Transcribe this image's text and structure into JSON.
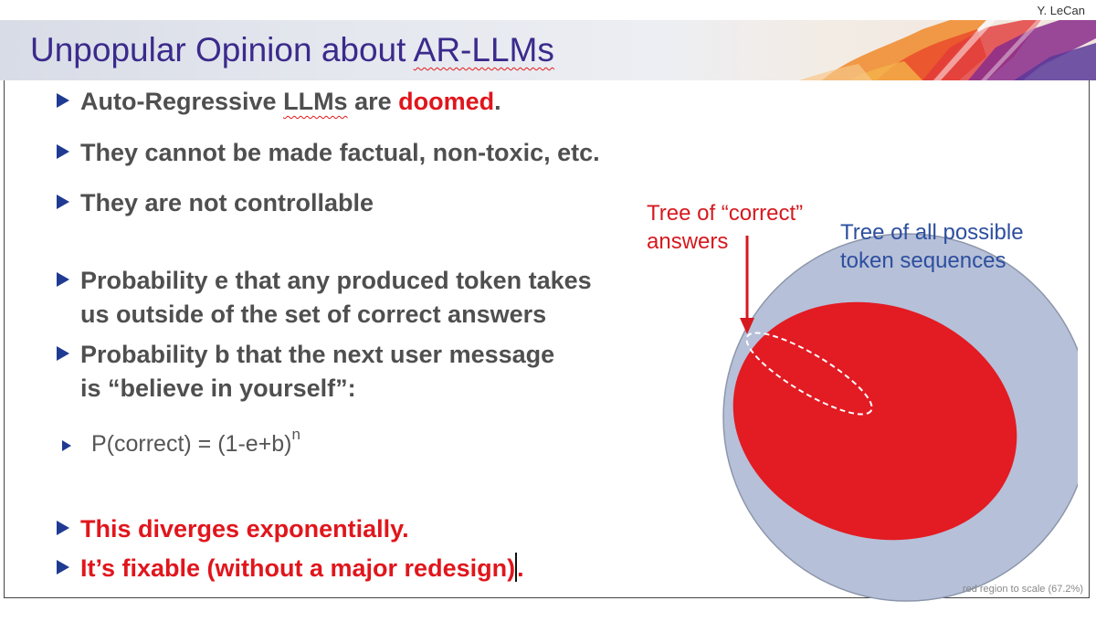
{
  "slide": {
    "author": "Y. LeCan",
    "title_main": "Unpopular Opinion about ",
    "title_term": "AR-LLMs"
  },
  "bullets": {
    "b1_a": "Auto-Regressive ",
    "b1_term": "LLMs",
    "b1_b": " are ",
    "b1_red": "doomed",
    "b1_end": ".",
    "b2": "They cannot be made factual, non-toxic, etc.",
    "b3": "They are not controllable",
    "b4_line1": "Probability e that any produced token takes",
    "b4_line2": "us outside of the set of correct answers",
    "b5_line1": "Probability b that the next user message",
    "b5_line2": "is “believe in yourself”:",
    "formula": "P(correct) = (1-e+b)",
    "formula_exp": "n",
    "b6": "This diverges exponentially.",
    "b7_text": "It’s fixable (without a major redesign)",
    "b7_end": "."
  },
  "diagram": {
    "label_correct_line1": "Tree of “correct”",
    "label_correct_line2": "answers",
    "label_all_line1": "Tree of all possible",
    "label_all_line2": "token sequences",
    "scale_note": "red region to scale (67.2%)"
  },
  "colors": {
    "title": "#3b2a8c",
    "bullet_text": "#4f4f4f",
    "bullet_marker": "#1f3a93",
    "emphasis_red": "#e0161c",
    "outer_circle": "#b6c0d8",
    "inner_region": "#e31b23",
    "label_all": "#2d4f9f"
  }
}
